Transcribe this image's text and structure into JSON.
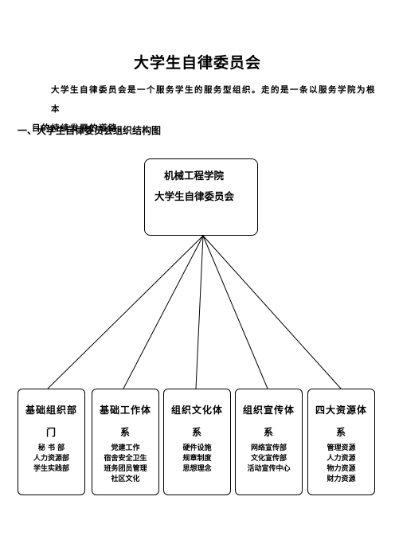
{
  "document": {
    "title": "大学生自律委员会",
    "intro_line1": "大学生自律委员会是一个服务学生的服务型组织。走的是一条以服务学院为根本",
    "intro_line2": "目的持续发展的道路。",
    "section_heading": "一、大学生自律委员会组织结构图"
  },
  "org_chart": {
    "root": {
      "line1": "机械工程学院",
      "line2": "大学生自律委员会"
    },
    "departments": [
      {
        "name_line1": "基础组织部",
        "name_line2": "门",
        "subunits": [
          "秘 书 部",
          "人力资源部",
          "学生实践部"
        ]
      },
      {
        "name_line1": "基础工作体",
        "name_line2": "系",
        "subunits": [
          "党建工作",
          "宿舍安全卫生",
          "班务团员管理",
          "社区文化"
        ]
      },
      {
        "name_line1": "组织文化体",
        "name_line2": "系",
        "subunits": [
          "硬件设施",
          "规章制度",
          "思想理念"
        ]
      },
      {
        "name_line1": "组织宣传体",
        "name_line2": "系",
        "subunits": [
          "网络宣传部",
          "文化宣传部",
          "活动宣传中心"
        ]
      },
      {
        "name_line1": "四大资源体",
        "name_line2": "系",
        "subunits": [
          "管理资源",
          "人力资源",
          "物力资源",
          "财力资源"
        ]
      }
    ]
  }
}
